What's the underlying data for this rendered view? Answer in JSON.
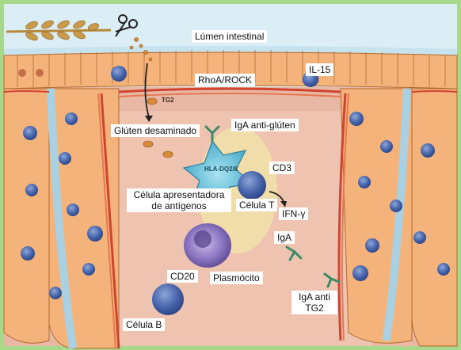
{
  "diagram": {
    "labels": {
      "lumen": "Lúmen intestinal",
      "rhoa": "RhoA/ROCK",
      "il15": "IL-15",
      "tg2": "TG2",
      "gluten_deaminated": "Glúten desaminado",
      "iga_anti_gluten": "IgA anti-glúten",
      "hla": "HLA-DQ2/8",
      "cd3": "CD3",
      "apc": "Célula apresentadora de antígenos",
      "t_cell": "Célula T",
      "ifn": "IFN-γ",
      "iga": "IgA",
      "plasmocito": "Plasmócito",
      "cd20": "CD20",
      "iga_anti_tg2": "IgA anti TG2",
      "b_cell": "Célula B"
    },
    "colors": {
      "lumen": "#dbeef6",
      "lamina": "#e9b8a4",
      "epithelium": "#f4b37a",
      "nucleus": "#3f5ea6",
      "border": "#a8d88a",
      "antibody": "#3b8a68",
      "gluten": "#d98a3a"
    }
  }
}
